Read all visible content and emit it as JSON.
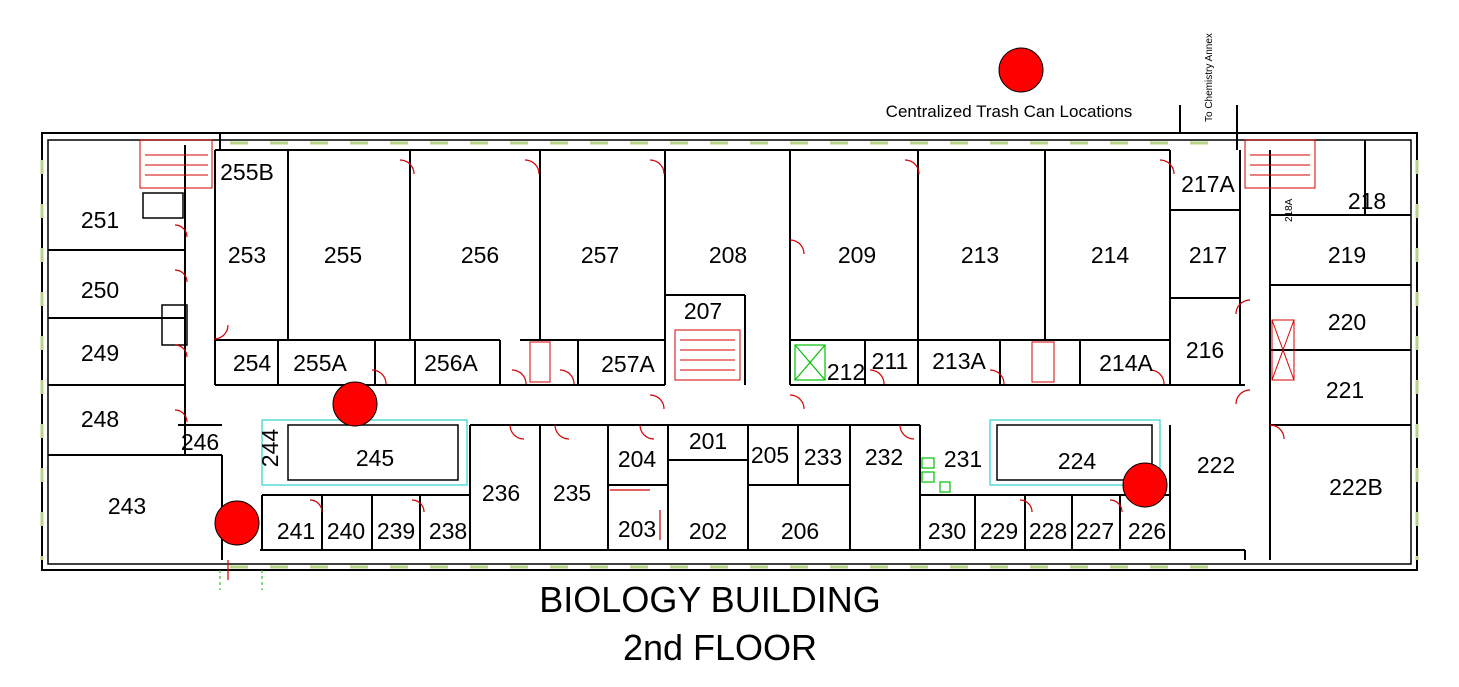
{
  "map": {
    "title_line1": "BIOLOGY  BUILDING",
    "title_line2": "2nd FLOOR",
    "legend_text": "Centralized Trash Can Locations",
    "annex_label": "To Chemistry Annex",
    "marker_color": "#ff0000",
    "door_color": "#d40000",
    "window_color": "#b9d48a"
  },
  "rooms": [
    {
      "id": "251"
    },
    {
      "id": "250"
    },
    {
      "id": "249"
    },
    {
      "id": "248"
    },
    {
      "id": "243"
    },
    {
      "id": "255B"
    },
    {
      "id": "253"
    },
    {
      "id": "255"
    },
    {
      "id": "256"
    },
    {
      "id": "257"
    },
    {
      "id": "208"
    },
    {
      "id": "209"
    },
    {
      "id": "213"
    },
    {
      "id": "214"
    },
    {
      "id": "217A"
    },
    {
      "id": "217"
    },
    {
      "id": "218"
    },
    {
      "id": "218A"
    },
    {
      "id": "219"
    },
    {
      "id": "220"
    },
    {
      "id": "221"
    },
    {
      "id": "216"
    },
    {
      "id": "254"
    },
    {
      "id": "255A"
    },
    {
      "id": "256A"
    },
    {
      "id": "257A"
    },
    {
      "id": "207"
    },
    {
      "id": "212"
    },
    {
      "id": "211"
    },
    {
      "id": "213A"
    },
    {
      "id": "214A"
    },
    {
      "id": "246"
    },
    {
      "id": "244"
    },
    {
      "id": "245"
    },
    {
      "id": "236"
    },
    {
      "id": "235"
    },
    {
      "id": "204"
    },
    {
      "id": "201"
    },
    {
      "id": "205"
    },
    {
      "id": "233"
    },
    {
      "id": "232"
    },
    {
      "id": "231"
    },
    {
      "id": "224"
    },
    {
      "id": "222"
    },
    {
      "id": "222B"
    },
    {
      "id": "241"
    },
    {
      "id": "240"
    },
    {
      "id": "239"
    },
    {
      "id": "238"
    },
    {
      "id": "203"
    },
    {
      "id": "202"
    },
    {
      "id": "206"
    },
    {
      "id": "230"
    },
    {
      "id": "229"
    },
    {
      "id": "228"
    },
    {
      "id": "227"
    },
    {
      "id": "226"
    }
  ],
  "trash_markers": [
    {
      "location": "legend"
    },
    {
      "location": "near-255A"
    },
    {
      "location": "near-243-exit"
    },
    {
      "location": "near-224"
    }
  ]
}
